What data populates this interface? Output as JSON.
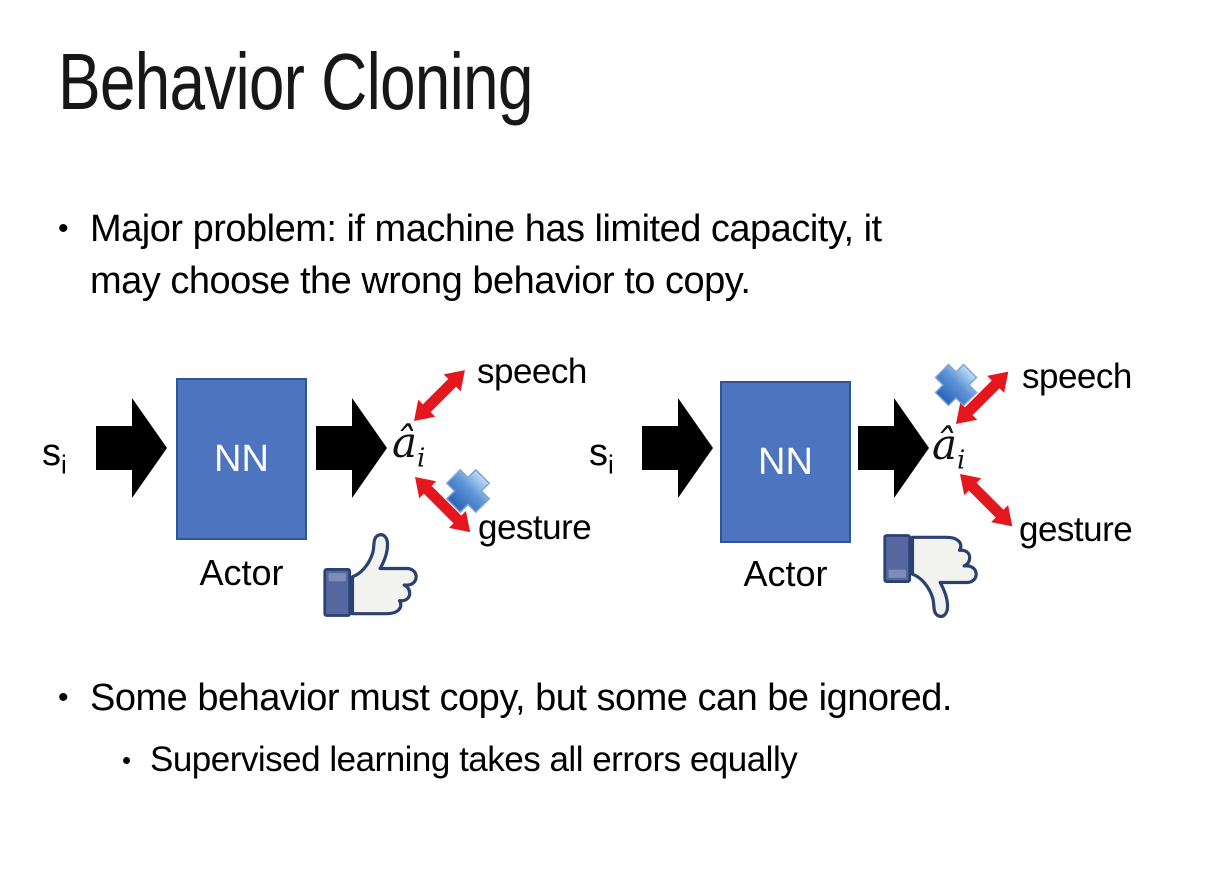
{
  "slide": {
    "title": "Behavior Cloning",
    "bullet1": {
      "lines": [
        "Major problem: if machine has limited capacity, it",
        "may choose the wrong behavior to copy."
      ]
    },
    "bullet2": "Some behavior must copy, but some can be ignored.",
    "sub_bullet": "Supervised learning takes all errors equally",
    "diagram_left": {
      "input_label": "s",
      "input_sub": "i",
      "nn_label": "NN",
      "actor_label": "Actor",
      "output_label": "â",
      "output_sub": "i",
      "speech_label": "speech",
      "gesture_label": "gesture",
      "crossed_out": "gesture",
      "feedback_icon": "thumbs-up"
    },
    "diagram_right": {
      "input_label": "s",
      "input_sub": "i",
      "nn_label": "NN",
      "actor_label": "Actor",
      "output_label": "â",
      "output_sub": "i",
      "speech_label": "speech",
      "gesture_label": "gesture",
      "crossed_out": "speech",
      "feedback_icon": "thumbs-down"
    },
    "colors": {
      "background": "#FFFFFF",
      "text": "#000000",
      "nn_fill": "#4D74BE",
      "nn_border": "#2F5597",
      "block_arrow": "#000000",
      "relation_arrow_red": "#E5171E",
      "cross_blue_light": "#C2DCF4",
      "cross_blue_dark": "#2A63B5",
      "thumb_outline": "#2B4170",
      "thumb_cuff": "#55679E",
      "thumb_hand": "#F2F3EE"
    }
  }
}
